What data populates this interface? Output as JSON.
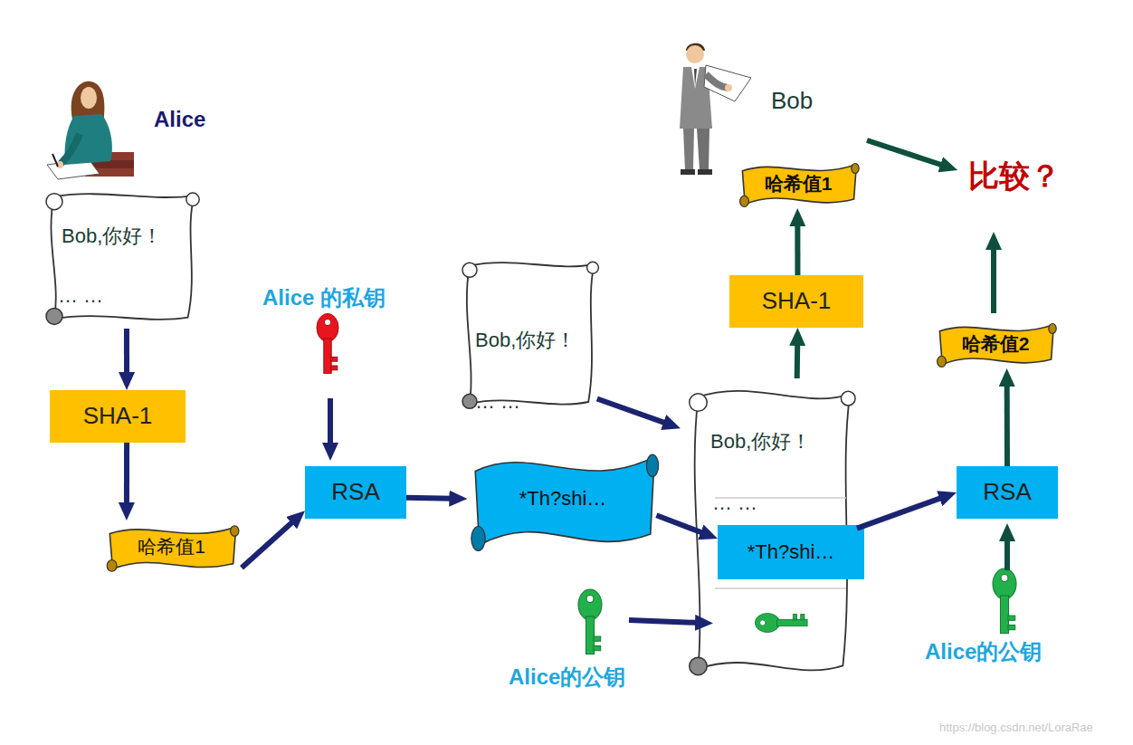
{
  "diagram": {
    "nodes": [
      {
        "text": [
          "Bob,你好！",
          "… …"
        ]
      },
      {
        "text": [
          "SHA-1"
        ]
      },
      {
        "text": [
          "哈希值1"
        ]
      },
      {
        "text": [
          "RSA"
        ]
      },
      {
        "text": [
          "*Th?shi…"
        ]
      },
      {
        "text": [
          "Bob,你好！",
          "… …"
        ]
      },
      {
        "text": [
          "Bob,你好！",
          "… …"
        ]
      },
      {
        "text": [
          "*Th?shi…"
        ],
        "in": 6
      },
      {
        "text": [
          "SHA-1"
        ]
      },
      {
        "text": [
          "哈希值1"
        ]
      },
      {
        "text": [
          "RSA"
        ]
      },
      {
        "text": [
          "哈希值2"
        ]
      }
    ],
    "edges": [
      {
        "from": 0,
        "to": 1,
        "arrow": "to"
      },
      {
        "from": 1,
        "to": 2,
        "arrow": "to"
      },
      {
        "from": 2,
        "to": 3,
        "arrow": "to"
      },
      {
        "from": 3,
        "to": 4,
        "arrow": "to"
      },
      {
        "from": 5,
        "to": 6,
        "arrow": "to"
      },
      {
        "from": 4,
        "to": 7,
        "arrow": "to"
      },
      {
        "from": 6,
        "to": 8,
        "arrow": "to"
      },
      {
        "from": 8,
        "to": 9,
        "arrow": "to"
      },
      {
        "from": 6,
        "to": 10,
        "arrow": "to"
      },
      {
        "from": 10,
        "to": 11,
        "arrow": "to"
      }
    ],
    "labels": [
      "Alice",
      "Alice 的私钥",
      "Bob",
      "比较？",
      "Alice的公钥",
      "Alice的公钥",
      "https://blog.csdn.net/LoraRae"
    ]
  }
}
